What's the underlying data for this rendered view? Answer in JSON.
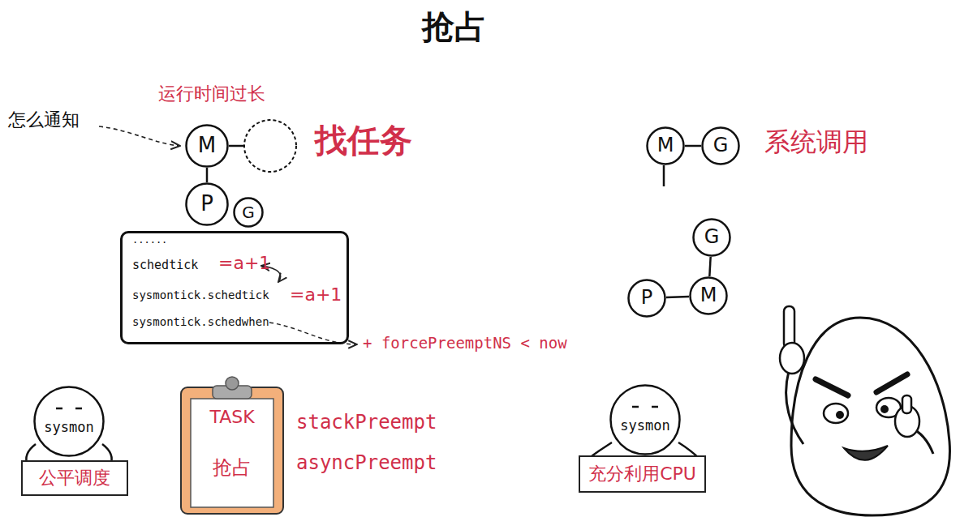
{
  "diagram": {
    "title": "抢占",
    "nodes": [
      {
        "text": [
          "M"
        ]
      },
      {
        "text": [
          "M"
        ]
      },
      {
        "text": [
          "G"
        ]
      },
      {
        "text": [
          "P"
        ]
      },
      {
        "text": [
          "G"
        ]
      },
      {
        "text": [
          "G"
        ]
      },
      {
        "text": [
          "......",
          "schedtick",
          "=a+1",
          "sysmontick.schedtick",
          "=a+1",
          "sysmontick.schedwhen"
        ]
      },
      {
        "text": [
          "P"
        ]
      },
      {
        "text": [
          "M"
        ]
      },
      {
        "text": [
          "sysmon"
        ]
      },
      {
        "text": [
          "TASK",
          "抢占"
        ]
      },
      {
        "text": [
          "sysmon"
        ]
      },
      {
        "text": [
          "公平调度"
        ]
      },
      {
        "text": [
          "充分利用CPU"
        ]
      }
    ],
    "edges": [
      {
        "from": 0,
        "to": 3,
        "arrow": "none"
      },
      {
        "from": 1,
        "to": 2,
        "arrow": "none"
      },
      {
        "from": 5,
        "to": 8,
        "arrow": "none"
      },
      {
        "from": 7,
        "to": 8,
        "arrow": "none"
      }
    ],
    "labels": [
      "运行时间过长",
      "怎么通知",
      "找任务",
      "+ forcePreemptNS < now",
      "stackPreempt",
      "asyncPreempt",
      "系统调用"
    ]
  }
}
